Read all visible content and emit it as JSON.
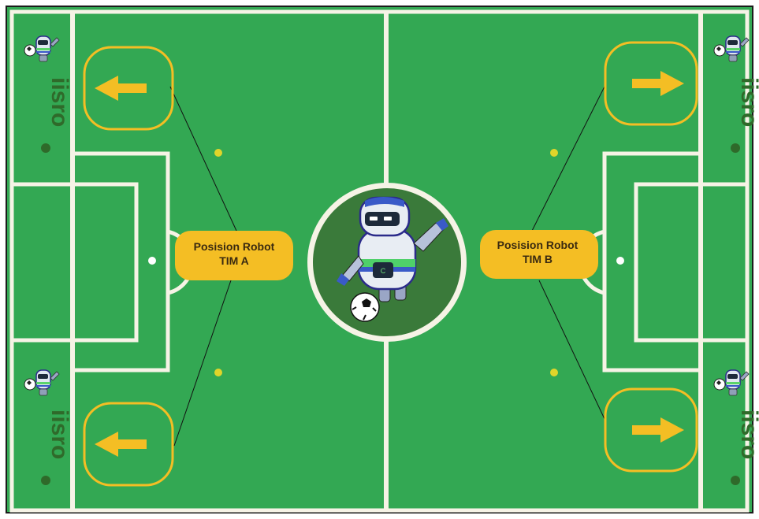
{
  "field": {
    "colors": {
      "grass": "#33a853",
      "lines": "#f6f3e6",
      "frame": "#1b1b1b",
      "accent_yellow": "#f4be24",
      "spot_yellow": "#e0d52a",
      "center_disc": "#3a7a3a"
    }
  },
  "team_a": {
    "label_line1": "Posision Robot",
    "label_line2": "TIM A",
    "arrow_direction": "left"
  },
  "team_b": {
    "label_line1": "Posision Robot",
    "label_line2": "TIM B",
    "arrow_direction": "right"
  },
  "sponsor": {
    "logo_text": "iisro",
    "icon": "robot-mascot-icon"
  },
  "center": {
    "icon": "robot-mascot-with-ball-icon"
  }
}
